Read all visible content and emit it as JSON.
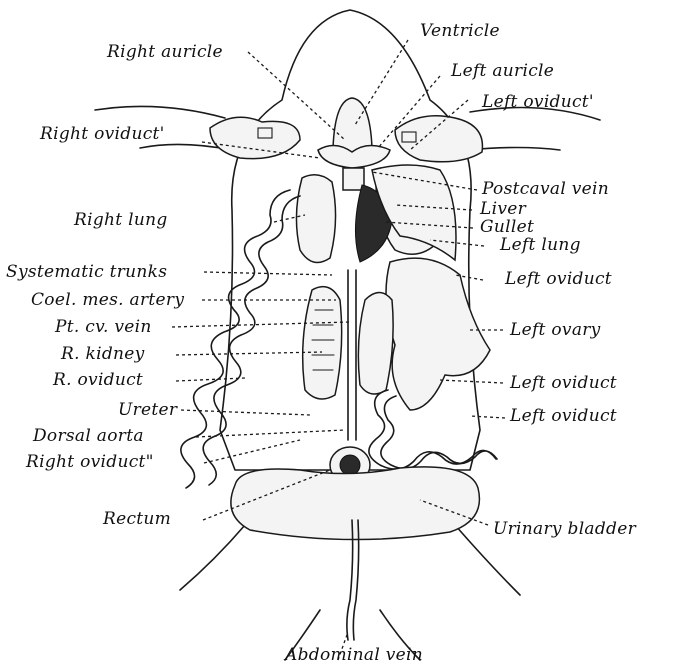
{
  "labels": {
    "ventricle": "Ventricle",
    "right_auricle": "Right auricle",
    "left_auricle": "Left auricle",
    "left_oviduct_prime": "Left oviduct'",
    "right_oviduct_prime": "Right oviduct'",
    "postcaval_vein": "Postcaval vein",
    "liver": "Liver",
    "gullet": "Gullet",
    "right_lung": "Right lung",
    "left_lung": "Left lung",
    "systematic_trunks": "Systematic trunks",
    "left_oviduct_1": "Left oviduct",
    "coel_mes_artery": "Coel. mes. artery",
    "pt_cv_vein": "Pt. cv. vein",
    "left_ovary": "Left ovary",
    "r_kidney": "R. kidney",
    "r_oviduct": "R. oviduct",
    "left_oviduct_2": "Left oviduct",
    "ureter": "Ureter",
    "left_oviduct_3": "Left oviduct",
    "dorsal_aorta": "Dorsal aorta",
    "right_oviduct_double_prime": "Right oviduct\"",
    "rectum": "Rectum",
    "urinary_bladder": "Urinary bladder",
    "abdominal_vein": "Abdominal vein"
  }
}
